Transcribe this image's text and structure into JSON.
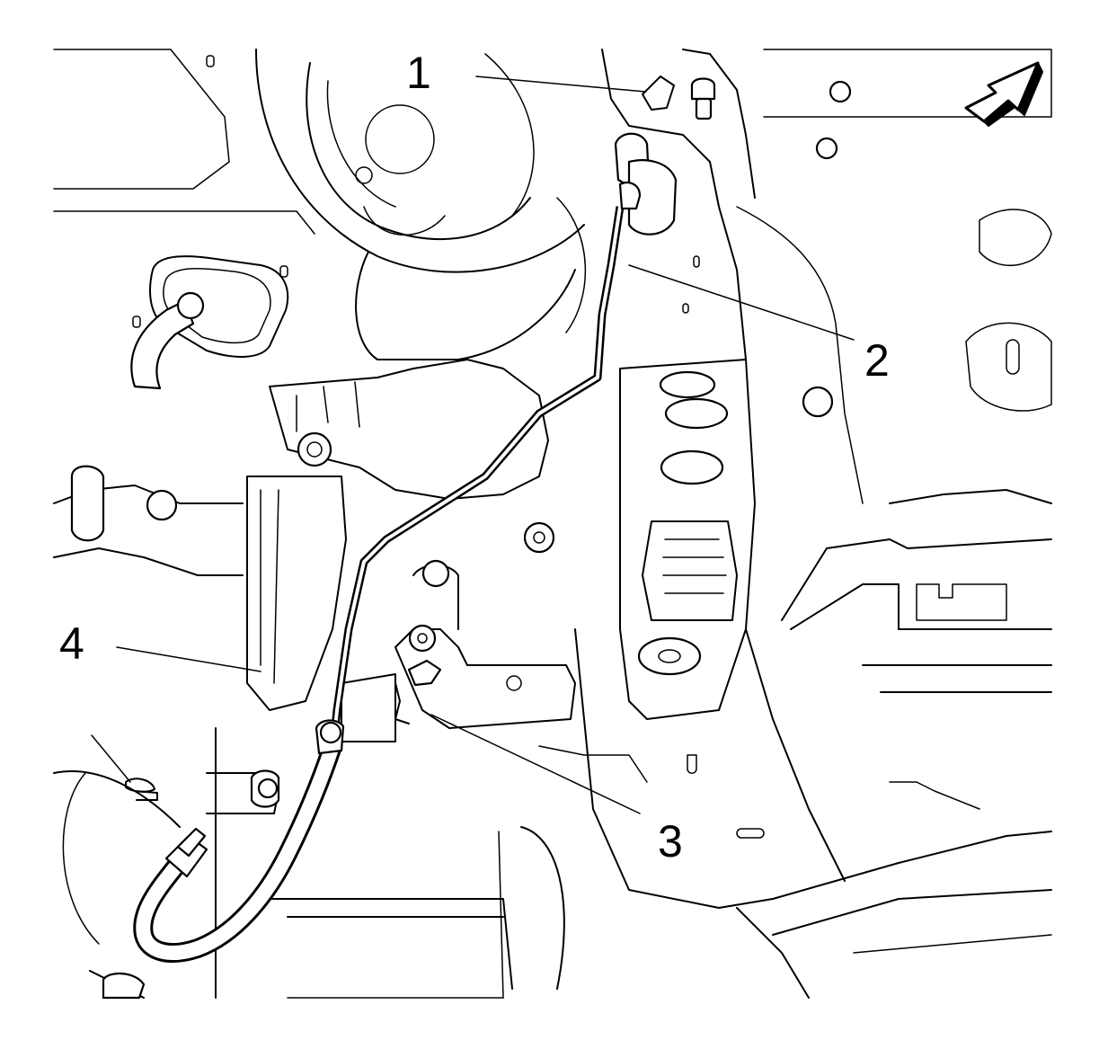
{
  "callouts": {
    "c1": "1",
    "c2": "2",
    "c3": "3",
    "c4": "4"
  },
  "colors": {
    "line": "#000000",
    "background": "#ffffff"
  },
  "icons": {
    "direction_arrow": "direction-arrow-icon"
  }
}
